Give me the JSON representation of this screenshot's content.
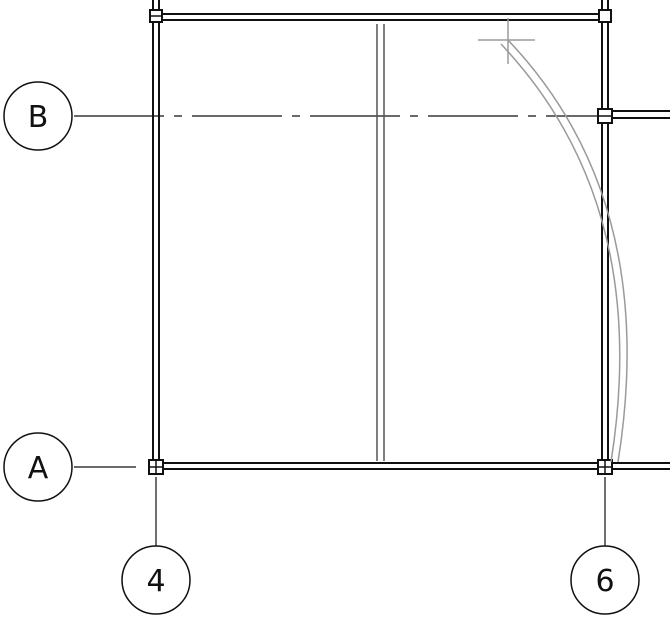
{
  "grid_bubbles": {
    "row_b": "B",
    "row_a": "A",
    "col_4": "4",
    "col_6": "6"
  },
  "colors": {
    "line": "#111111",
    "curved_wall": "#9a9a9a",
    "background": "#ffffff"
  }
}
